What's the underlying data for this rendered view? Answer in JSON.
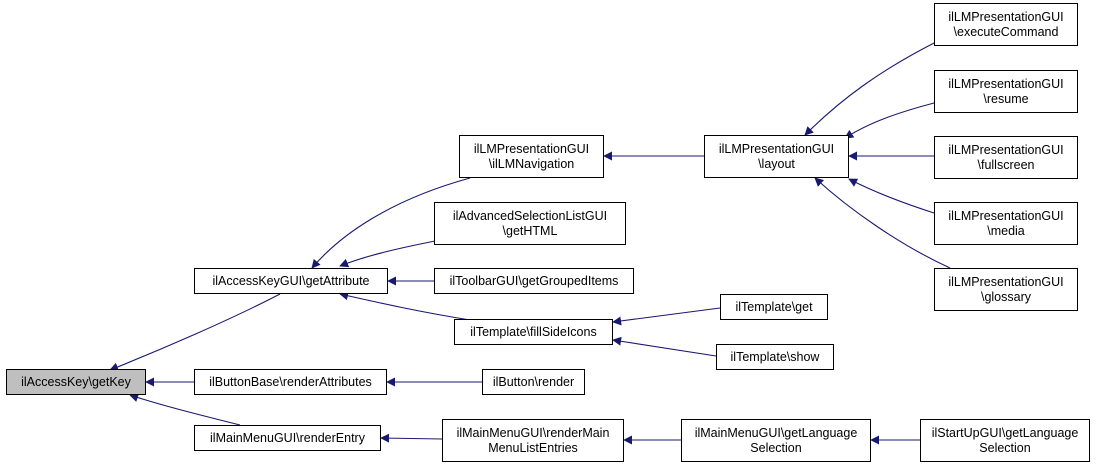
{
  "graph": {
    "nodes": [
      {
        "id": "n0",
        "lines": [
          "ilAccessKey\\getKey"
        ],
        "root": true
      },
      {
        "id": "n1",
        "lines": [
          "ilAccessKeyGUI\\getAttribute"
        ]
      },
      {
        "id": "n2",
        "lines": [
          "ilButtonBase\\renderAttributes"
        ]
      },
      {
        "id": "n3",
        "lines": [
          "ilMainMenuGUI\\renderEntry"
        ]
      },
      {
        "id": "n4",
        "lines": [
          "ilLMPresentationGUI",
          "\\ilLMNavigation"
        ]
      },
      {
        "id": "n5",
        "lines": [
          "ilAdvancedSelectionListGUI",
          "\\getHTML"
        ]
      },
      {
        "id": "n6",
        "lines": [
          "ilToolbarGUI\\getGroupedItems"
        ]
      },
      {
        "id": "n7",
        "lines": [
          "ilTemplate\\fillSideIcons"
        ]
      },
      {
        "id": "n8",
        "lines": [
          "ilButton\\render"
        ]
      },
      {
        "id": "n9",
        "lines": [
          "ilMainMenuGUI\\renderMain",
          "MenuListEntries"
        ]
      },
      {
        "id": "n10",
        "lines": [
          "ilLMPresentationGUI",
          "\\layout"
        ]
      },
      {
        "id": "n11",
        "lines": [
          "ilTemplate\\get"
        ]
      },
      {
        "id": "n12",
        "lines": [
          "ilTemplate\\show"
        ]
      },
      {
        "id": "n13",
        "lines": [
          "ilMainMenuGUI\\getLanguage",
          "Selection"
        ]
      },
      {
        "id": "n14",
        "lines": [
          "ilLMPresentationGUI",
          "\\executeCommand"
        ]
      },
      {
        "id": "n15",
        "lines": [
          "ilLMPresentationGUI",
          "\\resume"
        ]
      },
      {
        "id": "n16",
        "lines": [
          "ilLMPresentationGUI",
          "\\fullscreen"
        ]
      },
      {
        "id": "n17",
        "lines": [
          "ilLMPresentationGUI",
          "\\media"
        ]
      },
      {
        "id": "n18",
        "lines": [
          "ilLMPresentationGUI",
          "\\glossary"
        ]
      },
      {
        "id": "n19",
        "lines": [
          "ilStartUpGUI\\getLanguage",
          "Selection"
        ]
      }
    ],
    "edges": [
      {
        "from": "n1",
        "to": "n0"
      },
      {
        "from": "n2",
        "to": "n0"
      },
      {
        "from": "n3",
        "to": "n0"
      },
      {
        "from": "n4",
        "to": "n1"
      },
      {
        "from": "n5",
        "to": "n1"
      },
      {
        "from": "n6",
        "to": "n1"
      },
      {
        "from": "n7",
        "to": "n1"
      },
      {
        "from": "n8",
        "to": "n2"
      },
      {
        "from": "n9",
        "to": "n3"
      },
      {
        "from": "n10",
        "to": "n4"
      },
      {
        "from": "n11",
        "to": "n7"
      },
      {
        "from": "n12",
        "to": "n7"
      },
      {
        "from": "n13",
        "to": "n9"
      },
      {
        "from": "n14",
        "to": "n10"
      },
      {
        "from": "n15",
        "to": "n10"
      },
      {
        "from": "n16",
        "to": "n10"
      },
      {
        "from": "n17",
        "to": "n10"
      },
      {
        "from": "n18",
        "to": "n10"
      },
      {
        "from": "n19",
        "to": "n13"
      }
    ],
    "colors": {
      "edge": "#191970",
      "node_border": "#000000",
      "node_fill": "#ffffff",
      "root_fill": "#bfbfbf"
    }
  }
}
